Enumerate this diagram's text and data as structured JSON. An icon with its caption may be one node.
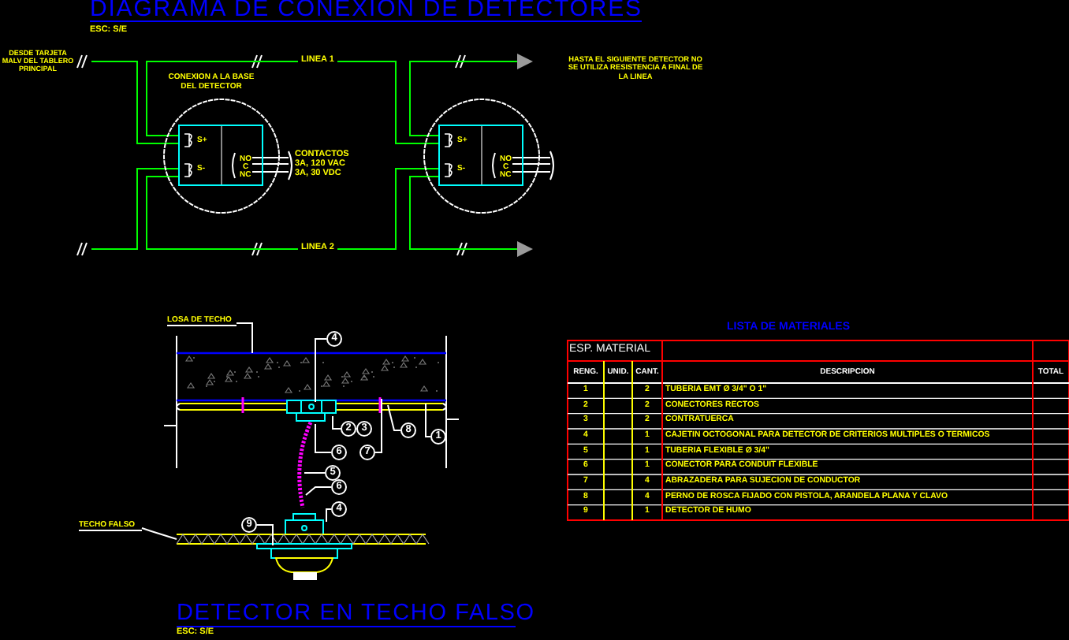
{
  "diagram": {
    "title": "DIAGRAMA DE CONEXION DE DETECTORES",
    "nodes": [
      {
        "text": [],
        "shape": "circle"
      },
      {
        "text": [
          "S+",
          "S-",
          "NO",
          "C",
          "NC"
        ],
        "in": 0
      },
      {
        "text": [],
        "shape": "circle"
      },
      {
        "text": [
          "S+",
          "S-",
          "NO",
          "C",
          "NC"
        ],
        "in": 2
      },
      {
        "text": [
          "LOSA DE TECHO"
        ]
      },
      {
        "text": [
          "TECHO FALSO"
        ]
      },
      {
        "text": [
          "4"
        ]
      },
      {
        "text": [
          "2"
        ]
      },
      {
        "text": [
          "3"
        ]
      },
      {
        "text": [
          "8"
        ]
      },
      {
        "text": [
          "1"
        ]
      },
      {
        "text": [
          "6"
        ]
      },
      {
        "text": [
          "7"
        ]
      },
      {
        "text": [
          "5"
        ]
      },
      {
        "text": [
          "6"
        ]
      },
      {
        "text": [
          "4"
        ]
      },
      {
        "text": [
          "9"
        ]
      }
    ],
    "edges": [
      {
        "from": null,
        "to": 1,
        "arrow": "none",
        "color": "#00ff00"
      },
      {
        "from": 1,
        "to": 3,
        "arrow": "none",
        "label": "LINEA 1",
        "color": "#00ff00"
      },
      {
        "from": 3,
        "to": null,
        "arrow": "to",
        "color": "#00ff00"
      },
      {
        "from": null,
        "to": 1,
        "arrow": "none",
        "color": "#00ff00"
      },
      {
        "from": 1,
        "to": 3,
        "arrow": "none",
        "label": "LINEA 2",
        "color": "#00ff00"
      },
      {
        "from": 3,
        "to": null,
        "arrow": "to",
        "color": "#00ff00"
      },
      {
        "from": 4,
        "to": null,
        "arrow": "none"
      },
      {
        "from": 5,
        "to": null,
        "arrow": "none"
      },
      {
        "from": 6,
        "to": null,
        "arrow": "none"
      },
      {
        "from": 7,
        "to": null,
        "arrow": "none"
      },
      {
        "from": 9,
        "to": null,
        "arrow": "none"
      },
      {
        "from": 10,
        "to": null,
        "arrow": "none"
      },
      {
        "from": 11,
        "to": null,
        "arrow": "none"
      },
      {
        "from": 12,
        "to": null,
        "arrow": "none"
      },
      {
        "from": 13,
        "to": null,
        "arrow": "none"
      },
      {
        "from": 14,
        "to": null,
        "arrow": "none"
      },
      {
        "from": 15,
        "to": null,
        "arrow": "none"
      },
      {
        "from": 16,
        "to": null,
        "arrow": "none"
      }
    ],
    "labels": [
      "ESC: S/E",
      "DESDE TARJETA MALV DEL TABLERO PRINCIPAL",
      "CONEXION A LA BASE DEL DETECTOR",
      "CONTACTOS",
      "3A, 120 VAC",
      "3A, 30 VDC",
      "HASTA EL SIGUIENTE DETECTOR NO SE UTILIZA RESISTENCIA A FINAL DE LA LINEA",
      "DETECTOR EN TECHO FALSO",
      "ESC: S/E",
      "LISTA DE MATERIALES",
      "ESP. MATERIAL",
      "RENG.",
      "UNID.",
      "CANT.",
      "DESCRIPCION",
      "TOTAL",
      "1",
      "2",
      "TUBERIA EMT Ø 3/4\" O 1\"",
      "2",
      "2",
      "CONECTORES RECTOS",
      "3",
      "2",
      "CONTRATUERCA",
      "4",
      "1",
      "CAJETIN OCTOGONAL PARA DETECTOR DE CRITERIOS MULTIPLES O TERMICOS",
      "5",
      "1",
      "TUBERIA FLEXIBLE Ø 3/4\"",
      "6",
      "1",
      "CONECTOR PARA CONDUIT FLEXIBLE",
      "7",
      "4",
      "ABRAZADERA PARA SUJECION DE CONDUCTOR",
      "8",
      "4",
      "PERNO DE ROSCA FIJADO CON PISTOLA, ARANDELA PLANA Y CLAVO",
      "9",
      "1",
      "DETECTOR DE HUMO"
    ]
  }
}
